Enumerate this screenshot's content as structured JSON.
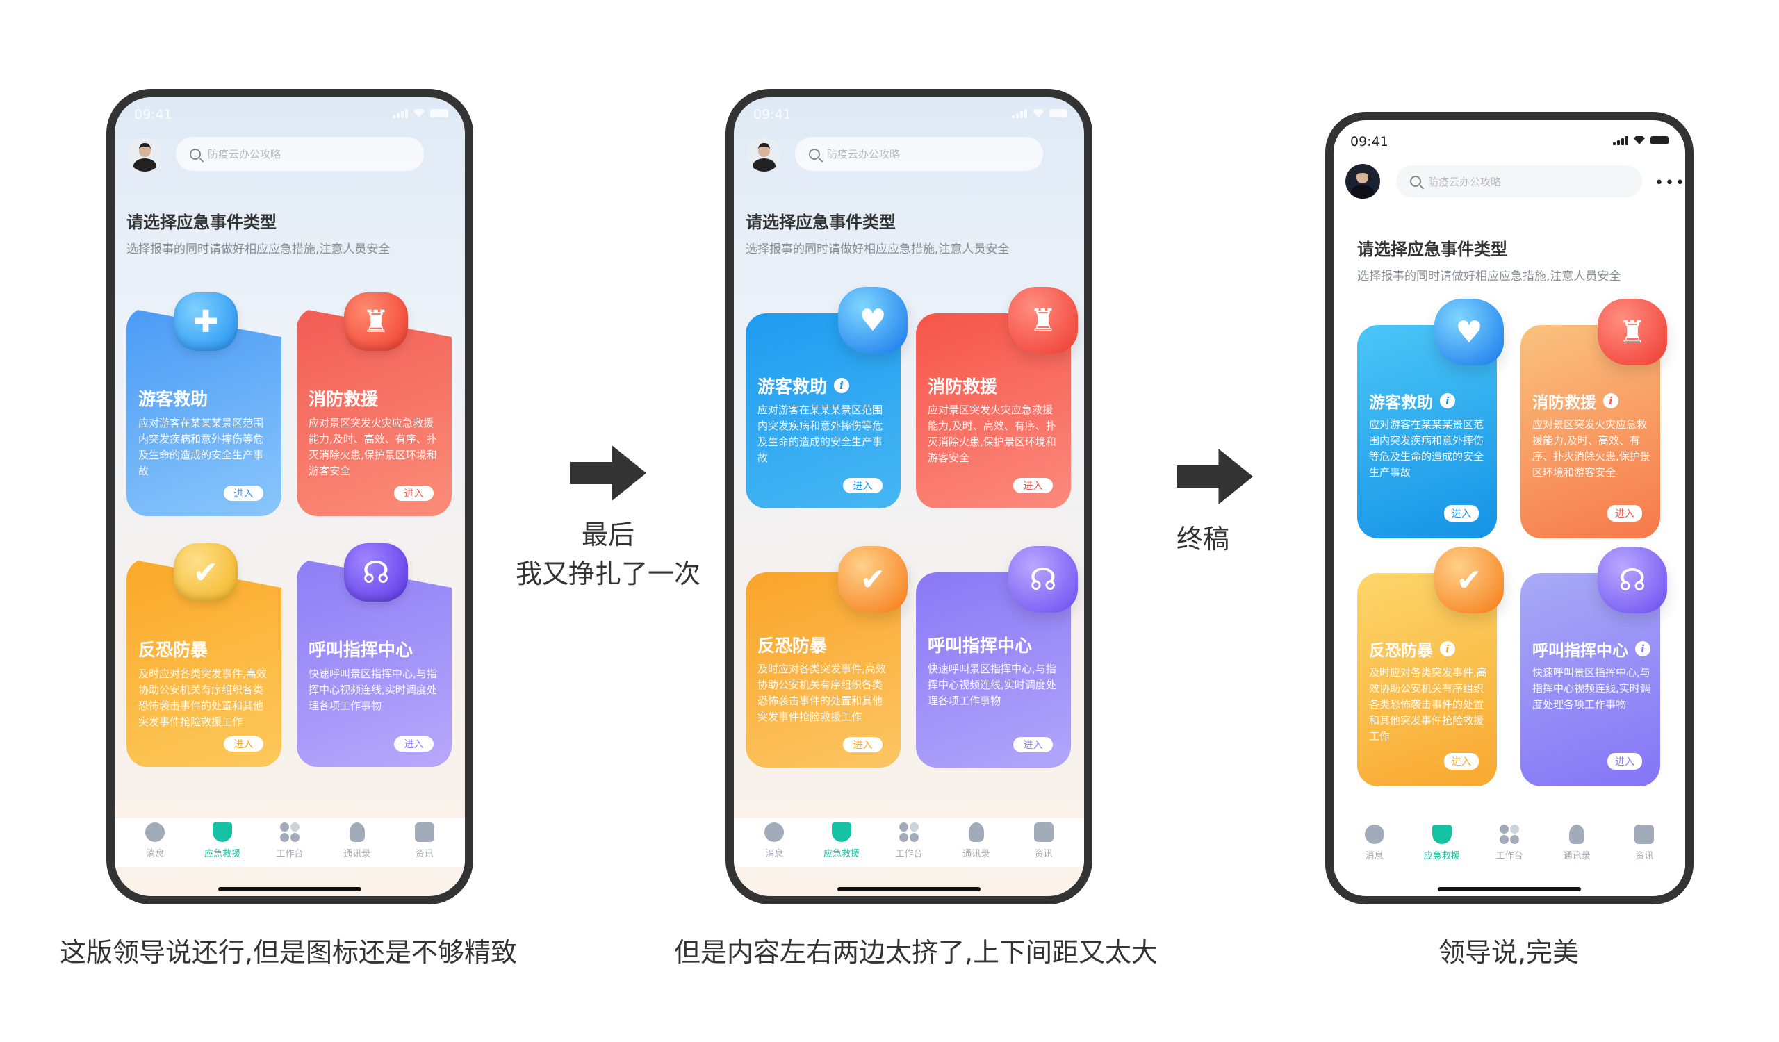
{
  "annotations": {
    "middle_note": [
      "最后",
      "我又挣扎了一次"
    ],
    "final_note": "终稿",
    "captions": [
      "这版领导说还行,但是图标还是不够精致",
      "但是内容左右两边太挤了,上下间距又太大",
      "领导说,完美"
    ]
  },
  "phones": [
    {
      "status_time": "09:41",
      "search_placeholder": "防疫云办公攻略",
      "title": "请选择应急事件类型",
      "subtitle": "选择报事的同时请做好相应应急措施,注意人员安全",
      "show_more": false,
      "cards": [
        {
          "title": "游客救助",
          "info": false,
          "desc": "应对游客在某某某景区范围内突发疾病和意外摔伤等危及生命的造成的安全生产事故",
          "button": "进入",
          "icon": "heart-plus-icon",
          "glyph": "✚",
          "gradient": [
            "#4a9af5",
            "#8ac6fb"
          ],
          "icon_color": [
            "#7fd0ff",
            "#1f8ef2"
          ],
          "accent": "#3b8ef0"
        },
        {
          "title": "消防救援",
          "info": false,
          "desc": "应对景区突发火灾应急救援能力,及时、高效、有序、扑灭消除火患,保护景区环境和游客安全",
          "button": "进入",
          "icon": "fire-hydrant-icon",
          "glyph": "♜",
          "gradient": [
            "#f25c55",
            "#fb8d78"
          ],
          "icon_color": [
            "#ff8a70",
            "#f03c2c"
          ],
          "accent": "#f05a4f"
        },
        {
          "title": "反恐防暴",
          "info": false,
          "desc": "及时应对各类突发事件,高效协助公安机关有序组织各类恐怖袭击事件的处置和其他突发事件抢险救援工作",
          "button": "进入",
          "icon": "shield-check-icon",
          "glyph": "✔",
          "gradient": [
            "#fba828",
            "#fdc95c"
          ],
          "icon_color": [
            "#fde08a",
            "#f3b21c"
          ],
          "accent": "#f6a623"
        },
        {
          "title": "呼叫指挥中心",
          "info": false,
          "desc": "快速呼叫景区指挥中心,与指挥中心视频连线,实时调度处理各项工作事物",
          "button": "进入",
          "icon": "headset-icon",
          "glyph": "☊",
          "gradient": [
            "#8d7ef6",
            "#b7a8fb"
          ],
          "icon_color": [
            "#9f86ff",
            "#5b35e8"
          ],
          "accent": "#8b7cf4"
        }
      ],
      "tabs": [
        {
          "label": "消息",
          "icon": "message-icon",
          "active": false
        },
        {
          "label": "应急救援",
          "icon": "shield-star-icon",
          "active": true
        },
        {
          "label": "工作台",
          "icon": "grid-icon",
          "active": false
        },
        {
          "label": "通讯录",
          "icon": "contacts-icon",
          "active": false
        },
        {
          "label": "资讯",
          "icon": "news-icon",
          "active": false
        }
      ]
    },
    {
      "status_time": "09:41",
      "search_placeholder": "防疫云办公攻略",
      "title": "请选择应急事件类型",
      "subtitle": "选择报事的同时请做好相应应急措施,注意人员安全",
      "show_more": false,
      "cards": [
        {
          "title": "游客救助",
          "info": true,
          "desc": "应对游客在某某某景区范围内突发疾病和意外摔伤等危及生命的造成的安全生产事故",
          "button": "进入",
          "icon": "hands-heart-icon",
          "glyph": "♥",
          "gradient": [
            "#1e9bf0",
            "#47b7f3"
          ],
          "icon_color": [
            "#7fd6ff",
            "#1677ea"
          ],
          "accent": "#1a8fe8"
        },
        {
          "title": "消防救援",
          "info": false,
          "desc": "应对景区突发火灾应急救援能力,及时、高效、有序、扑灭消除火患,保护景区环境和游客安全",
          "button": "进入",
          "icon": "fire-hydrant-icon",
          "glyph": "♜",
          "gradient": [
            "#f6554a",
            "#fb8a7d"
          ],
          "icon_color": [
            "#ff8e80",
            "#ef3b30"
          ],
          "accent": "#f0524a"
        },
        {
          "title": "反恐防暴",
          "info": false,
          "desc": "及时应对各类突发事件,高效协助公安机关有序组织各类恐怖袭击事件的处置和其他突发事件抢险救援工作",
          "button": "进入",
          "icon": "shield-check-icon",
          "glyph": "✔",
          "gradient": [
            "#faa42a",
            "#fcc663"
          ],
          "icon_color": [
            "#ffd08a",
            "#f57a14"
          ],
          "accent": "#f6a623"
        },
        {
          "title": "呼叫指挥中心",
          "info": false,
          "desc": "快速呼叫景区指挥中心,与指挥中心视频连线,实时调度处理各项工作事物",
          "button": "进入",
          "icon": "headset-icon",
          "glyph": "☊",
          "gradient": [
            "#8a78f5",
            "#b2a6fa"
          ],
          "icon_color": [
            "#b8a8ff",
            "#6a4cf0"
          ],
          "accent": "#8b7cf4"
        }
      ],
      "tabs": [
        {
          "label": "消息",
          "icon": "message-icon",
          "active": false
        },
        {
          "label": "应急救援",
          "icon": "shield-star-icon",
          "active": true
        },
        {
          "label": "工作台",
          "icon": "grid-icon",
          "active": false
        },
        {
          "label": "通讯录",
          "icon": "contacts-icon",
          "active": false
        },
        {
          "label": "资讯",
          "icon": "news-icon",
          "active": false
        }
      ]
    },
    {
      "status_time": "09:41",
      "search_placeholder": "防疫云办公攻略",
      "title": "请选择应急事件类型",
      "subtitle": "选择报事的同时请做好相应应急措施,注意人员安全",
      "show_more": true,
      "more_label": "•••",
      "cards": [
        {
          "title": "游客救助",
          "info": true,
          "desc": "应对游客在某某某景区范围内突发疾病和意外摔伤等危及生命的造成的安全生产事故",
          "button": "进入",
          "icon": "hands-heart-icon",
          "glyph": "♥",
          "gradient": [
            "#4cc6f7",
            "#1493e6"
          ],
          "icon_color": [
            "#7fd6ff",
            "#1677ea"
          ],
          "accent": "#1a8fe8"
        },
        {
          "title": "消防救援",
          "info": true,
          "desc": "应对景区突发火灾应急救援能力,及时、高效、有序、扑灭消除火患,保护景区环境和游客安全",
          "button": "进入",
          "icon": "fire-hydrant-icon",
          "glyph": "♜",
          "gradient": [
            "#fbc27e",
            "#f6794a"
          ],
          "icon_color": [
            "#ff8e80",
            "#ef3b30"
          ],
          "accent": "#f05a4f"
        },
        {
          "title": "反恐防暴",
          "info": true,
          "desc": "及时应对各类突发事件,高效协助公安机关有序组织各类恐怖袭击事件的处置和其他突发事件抢险救援工作",
          "button": "进入",
          "icon": "shield-check-icon",
          "glyph": "✔",
          "gradient": [
            "#fcd66a",
            "#f9a830"
          ],
          "icon_color": [
            "#ffd08a",
            "#f57a14"
          ],
          "accent": "#f6a623"
        },
        {
          "title": "呼叫指挥中心",
          "info": true,
          "desc": "快速呼叫景区指挥中心,与指挥中心视频连线,实时调度处理各项工作事物",
          "button": "进入",
          "icon": "headset-icon",
          "glyph": "☊",
          "gradient": [
            "#a8aaf6",
            "#8575f6"
          ],
          "icon_color": [
            "#b8a8ff",
            "#6a4cf0"
          ],
          "accent": "#8b7cf4"
        }
      ],
      "tabs": [
        {
          "label": "消息",
          "icon": "message-icon",
          "active": false
        },
        {
          "label": "应急救援",
          "icon": "shield-star-icon",
          "active": true
        },
        {
          "label": "工作台",
          "icon": "grid-icon",
          "active": false
        },
        {
          "label": "通讯录",
          "icon": "contacts-icon",
          "active": false
        },
        {
          "label": "资讯",
          "icon": "news-icon",
          "active": false
        }
      ]
    }
  ]
}
